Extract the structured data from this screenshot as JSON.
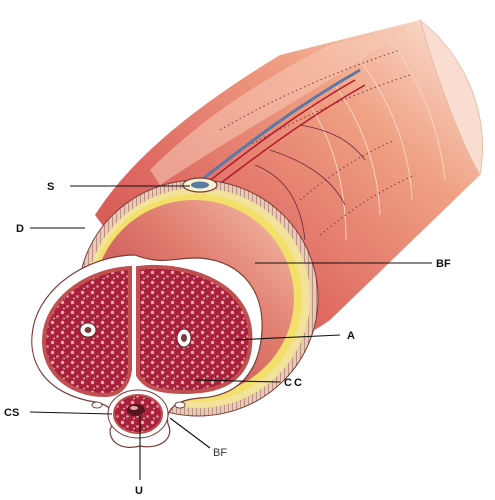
{
  "labels": {
    "s": "S",
    "d": "D",
    "bf_upper": "BF",
    "a": "A",
    "cc": "CC",
    "cs": "CS",
    "bf_lower": "BF",
    "u": "U"
  },
  "colors": {
    "skin_outer": "#e9a07f",
    "skin_mid": "#dd6f63",
    "tunica_yellow": "#f2e06a",
    "erectile_fill": "#a8203a",
    "erectile_dots": "#e6a9b0",
    "cross_section_border": "#c0504f",
    "vein_blue": "#5a7aa6",
    "artery_red": "#b4182c"
  }
}
